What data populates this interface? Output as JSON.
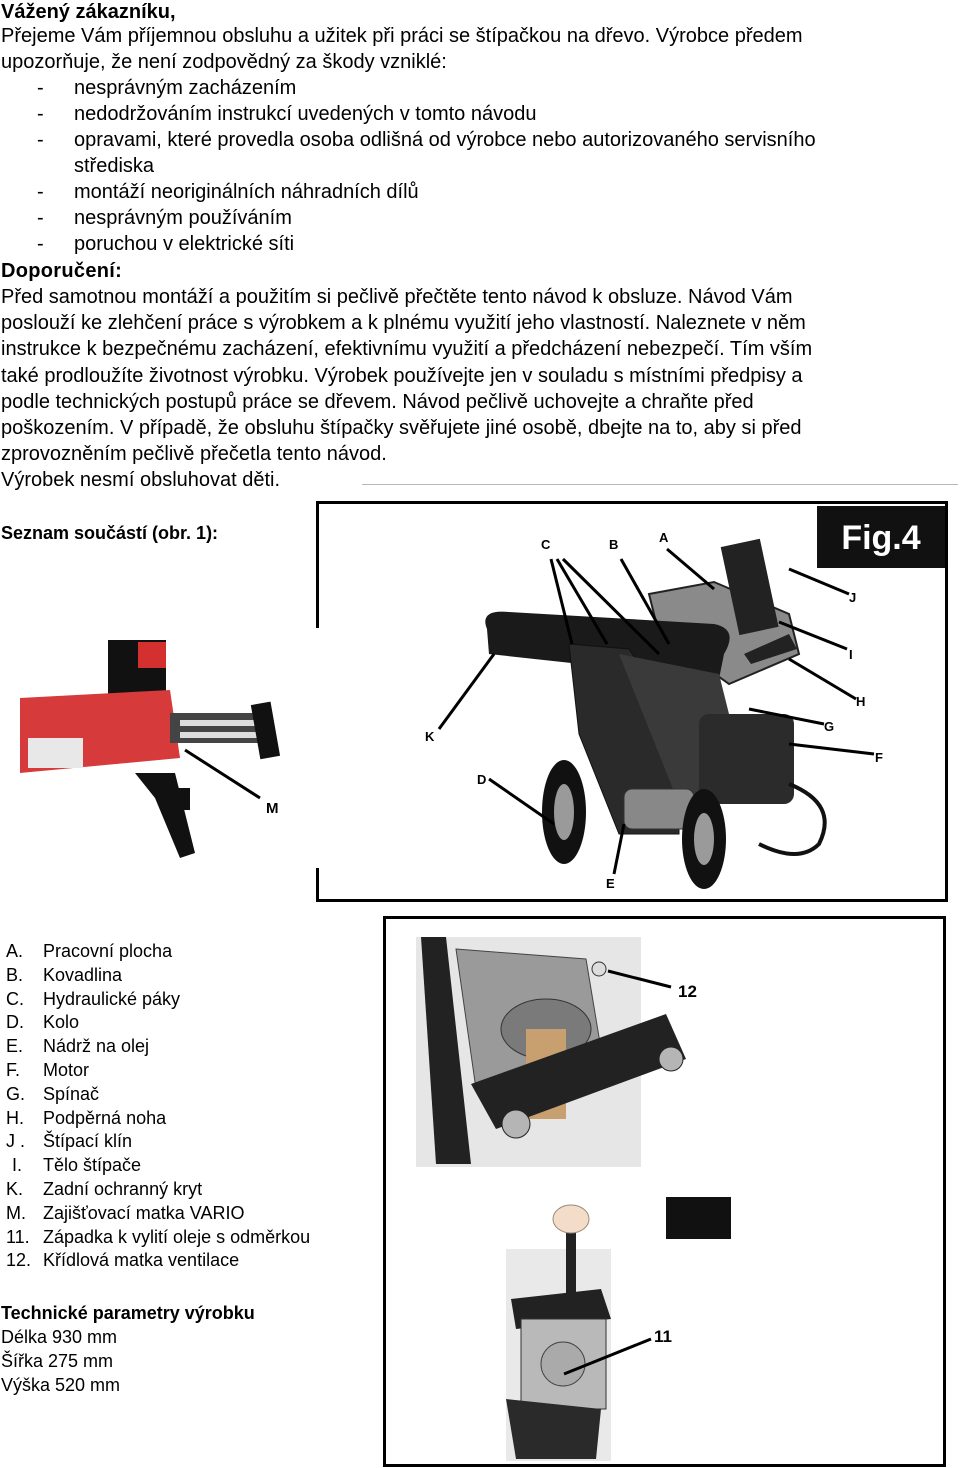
{
  "intro": {
    "title": "Vážený zákazníku,",
    "line1": "Přejeme Vám příjemnou obsluhu a užitek při práci se štípačkou na dřevo. Výrobce předem",
    "line2": "upozorňuje, že není zodpovědný za škody vzniklé:",
    "items": [
      "nesprávným zacházením",
      "nedodržováním instrukcí uvedených v tomto návodu",
      "opravami, které provedla osoba odlišná od výrobce nebo autorizovaného servisního",
      "střediska",
      "montáží neoriginálních náhradních dílů",
      "nesprávným používáním",
      "poruchou v elektrické síti"
    ],
    "dash": "-"
  },
  "recommendation": {
    "title": "Doporučení:",
    "lines": [
      "Před samotnou montáží a použitím si pečlivě přečtěte tento návod k obsluze. Návod Vám",
      "poslouží ke zlehčení práce s výrobkem a k plnému využití jeho vlastností. Naleznete v něm",
      "instrukce k bezpečnému zacházení, efektivnímu využití a předcházení nebezpečí. Tím vším",
      "také prodloužíte životnost výrobku. Výrobek používejte jen v souladu s místními předpisy a",
      "podle technických postupů práce se dřevem. Návod pečlivě uchovejte a chraňte před",
      "poškozením. V případě, že obsluhu štípačky svěřujete jiné osobě, dbejte na to, aby si před",
      "zprovozněním pečlivě přečetla tento návod.",
      "Výrobek nesmí obsluhovat děti."
    ]
  },
  "parts": {
    "title": "Seznam součástí (obr. 1):",
    "items": [
      {
        "label": "A.",
        "text": "Pracovní plocha"
      },
      {
        "label": "B.",
        "text": "Kovadlina"
      },
      {
        "label": "C.",
        "text": "Hydraulické páky"
      },
      {
        "label": "D.",
        "text": "Kolo"
      },
      {
        "label": "E.",
        "text": "Nádrž na olej"
      },
      {
        "label": "F.",
        "text": "Motor"
      },
      {
        "label": "G.",
        "text": "Spínač"
      },
      {
        "label": "H.",
        "text": "Podpěrná noha"
      },
      {
        "label": "J .",
        "text": "Štípací klín"
      },
      {
        "label": " I.",
        "text": "Tělo štípače"
      },
      {
        "label": "K.",
        "text": "Zadní ochranný kryt"
      },
      {
        "label": "M.",
        "text": "Zajišťovací matka VARIO"
      },
      {
        "label": "11.",
        "text": "Západka k vylití oleje s odměrkou"
      },
      {
        "label": "12.",
        "text": "Křídlová matka ventilace"
      }
    ]
  },
  "fig4": {
    "badge": "Fig.4",
    "labels": {
      "a": "A",
      "b": "B",
      "c": "C",
      "d": "D",
      "e": "E",
      "f": "F",
      "g": "G",
      "h": "H",
      "i": "I",
      "j": "J",
      "k": "K"
    }
  },
  "figLeft": {
    "label": "M"
  },
  "figRight": {
    "label12": "12",
    "label11": "11"
  },
  "tech": {
    "title": "Technické parametry výrobku",
    "lines": [
      "Délka 930 mm",
      "Šířka 275 mm",
      "Výška 520 mm"
    ]
  }
}
